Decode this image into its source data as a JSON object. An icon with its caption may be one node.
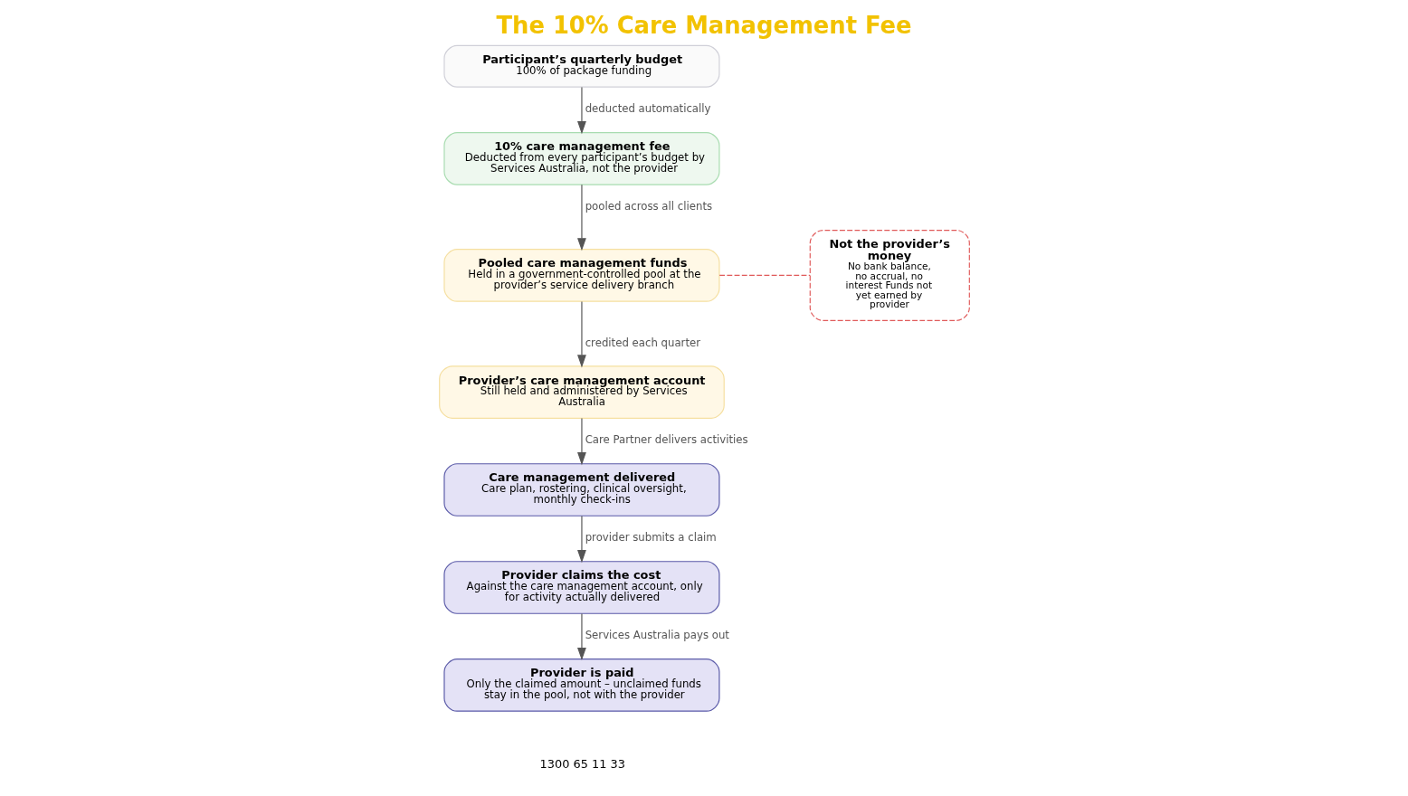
{
  "diagram": {
    "title": "The 10% Care Management Fee",
    "nodes": [
      {
        "text": [
          "Participant’s quarterly budget",
          "100% of package funding"
        ]
      },
      {
        "text": [
          "10% care management fee",
          "Deducted from every participant’s budget by Services Australia, not the provider"
        ]
      },
      {
        "text": [
          "Pooled care management funds",
          "Held in a government-controlled pool at the provider’s service delivery branch"
        ]
      },
      {
        "text": [
          "Not the provider’s money",
          "No bank balance, no accrual, no interest Funds not yet earned by provider"
        ]
      },
      {
        "text": [
          "Provider’s care management account",
          "Still held and administered by Services Australia"
        ]
      },
      {
        "text": [
          "Care management delivered",
          "Care plan, rostering, clinical oversight, monthly check-ins"
        ]
      },
      {
        "text": [
          "Provider claims the cost",
          "Against the care management account, only for activity actually delivered"
        ]
      },
      {
        "text": [
          "Provider is paid",
          "Only the claimed amount – unclaimed funds stay in the pool, not with the provider"
        ]
      }
    ],
    "edges": [
      {
        "from": 0,
        "to": 1,
        "arrow": "to",
        "label": "deducted automatically"
      },
      {
        "from": 1,
        "to": 2,
        "arrow": "to",
        "label": "pooled across all clients"
      },
      {
        "from": 2,
        "to": 3,
        "arrow": "none",
        "style": "dashed",
        "color": "#e05a5a"
      },
      {
        "from": 2,
        "to": 4,
        "arrow": "to",
        "label": "credited each quarter"
      },
      {
        "from": 4,
        "to": 5,
        "arrow": "to",
        "label": "Care Partner delivers activities"
      },
      {
        "from": 5,
        "to": 6,
        "arrow": "to",
        "label": "provider submits a claim"
      },
      {
        "from": 6,
        "to": 7,
        "arrow": "to",
        "label": "Services Australia pays out"
      }
    ],
    "labels": [
      "1300 65 11 33"
    ]
  }
}
